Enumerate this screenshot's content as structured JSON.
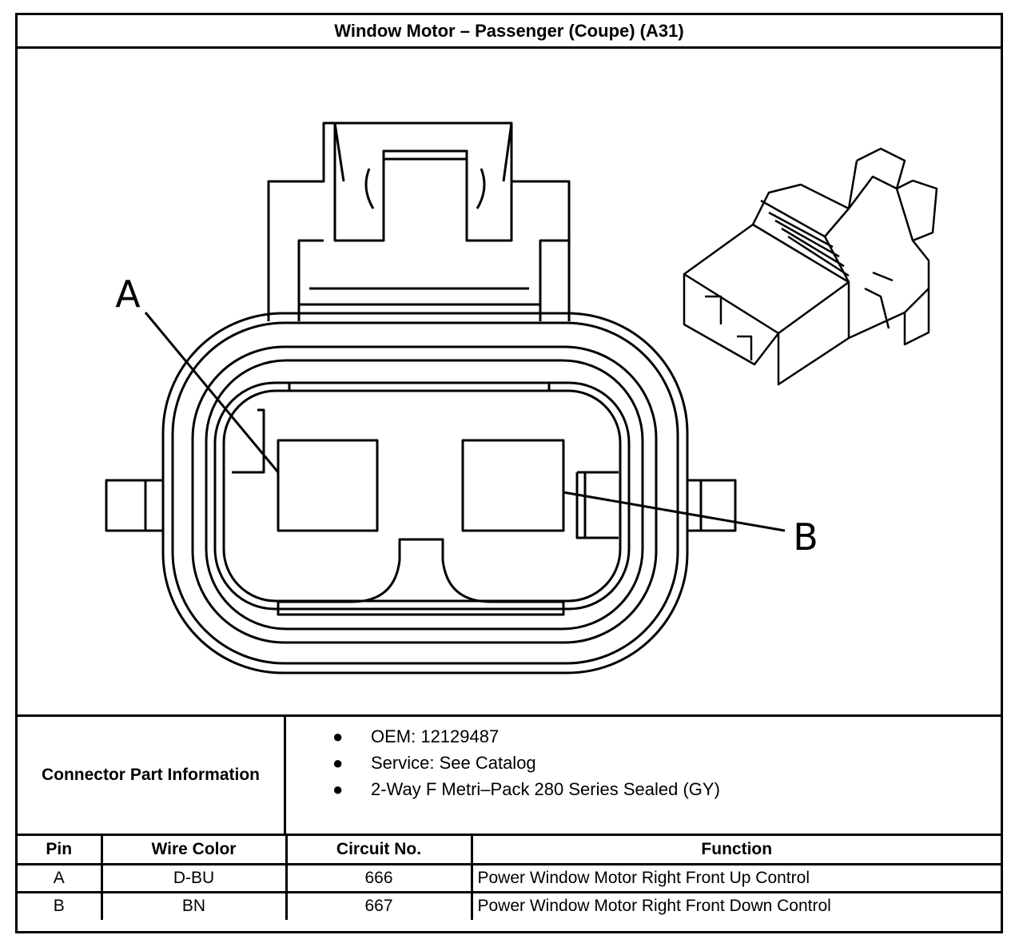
{
  "title": "Window Motor – Passenger (Coupe) (A31)",
  "diagram": {
    "pin_labels": [
      "A",
      "B"
    ]
  },
  "connector_info": {
    "label": "Connector Part Information",
    "items": [
      "OEM: 12129487",
      "Service: See Catalog",
      "2-Way F Metri–Pack 280 Series Sealed (GY)"
    ]
  },
  "table": {
    "headers": [
      "Pin",
      "Wire Color",
      "Circuit No.",
      "Function"
    ],
    "rows": [
      [
        "A",
        "D-BU",
        "666",
        "Power Window Motor Right Front Up Control"
      ],
      [
        "B",
        "BN",
        "667",
        "Power Window Motor Right Front Down Control"
      ]
    ]
  }
}
